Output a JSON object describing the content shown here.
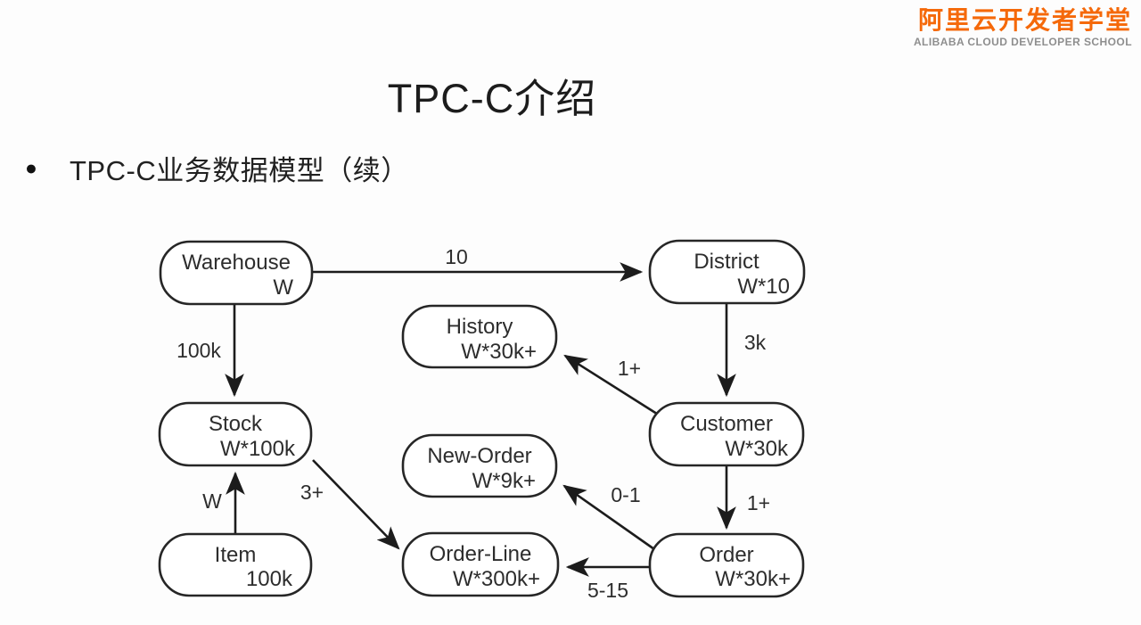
{
  "brand": {
    "logo_cn": "阿里云开发者学堂",
    "logo_en": "ALIBABA CLOUD DEVELOPER SCHOOL",
    "logo_color": "#F5690A",
    "logo_sub_color": "#8E8E8E"
  },
  "slide": {
    "title": "TPC-C介绍",
    "bullet": "TPC-C业务数据模型（续）"
  },
  "diagram": {
    "nodes": [
      {
        "id": "warehouse",
        "name": "Warehouse",
        "count": "W"
      },
      {
        "id": "district",
        "name": "District",
        "count": "W*10"
      },
      {
        "id": "history",
        "name": "History",
        "count": "W*30k+"
      },
      {
        "id": "stock",
        "name": "Stock",
        "count": "W*100k"
      },
      {
        "id": "customer",
        "name": "Customer",
        "count": "W*30k"
      },
      {
        "id": "new-order",
        "name": "New-Order",
        "count": "W*9k+"
      },
      {
        "id": "item",
        "name": "Item",
        "count": "100k"
      },
      {
        "id": "order-line",
        "name": "Order-Line",
        "count": "W*300k+"
      },
      {
        "id": "order",
        "name": "Order",
        "count": "W*30k+"
      }
    ],
    "edges": [
      {
        "from": "Warehouse",
        "to": "District",
        "label": "10"
      },
      {
        "from": "Warehouse",
        "to": "Stock",
        "label": "100k"
      },
      {
        "from": "District",
        "to": "Customer",
        "label": "3k"
      },
      {
        "from": "Customer",
        "to": "History",
        "label": "1+"
      },
      {
        "from": "Customer",
        "to": "Order",
        "label": "1+"
      },
      {
        "from": "Order",
        "to": "New-Order",
        "label": "0-1"
      },
      {
        "from": "Order",
        "to": "Order-Line",
        "label": "5-15"
      },
      {
        "from": "Stock",
        "to": "Order-Line",
        "label": "3+"
      },
      {
        "from": "Item",
        "to": "Stock",
        "label": "W"
      }
    ]
  }
}
